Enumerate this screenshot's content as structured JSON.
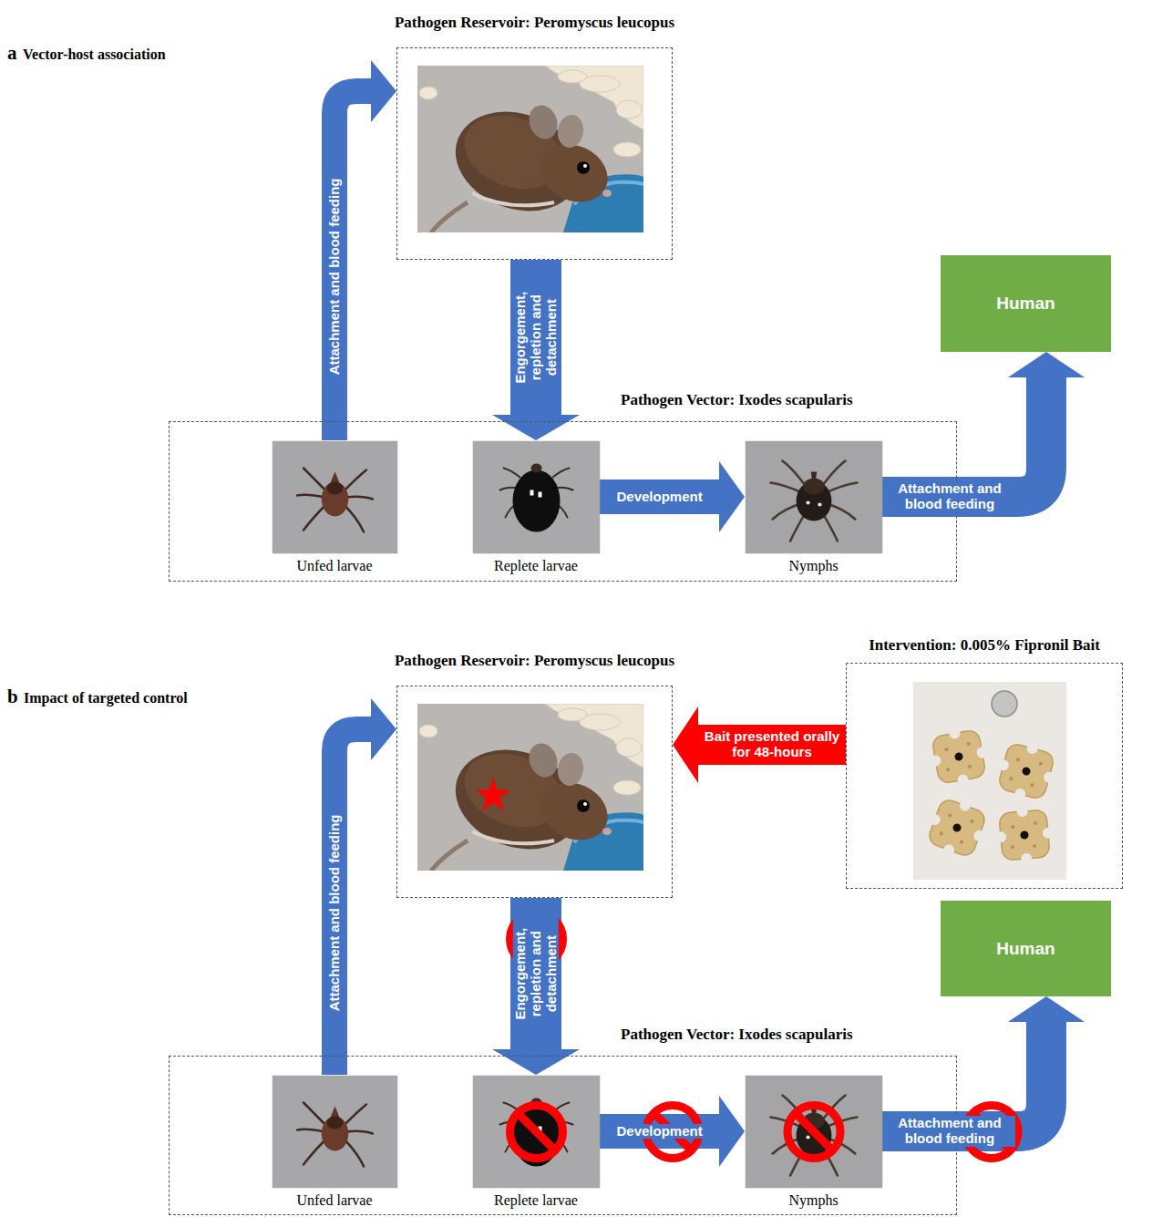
{
  "diagram": {
    "nodes": [
      {
        "text": [
          "Pathogen Reservoir: Peromyscus leucopus"
        ]
      },
      {
        "text": [
          "Pathogen Vector: Ixodes scapularis"
        ]
      },
      {
        "text": [
          "Unfed larvae"
        ],
        "in": 1
      },
      {
        "text": [
          "Replete larvae"
        ],
        "in": 1
      },
      {
        "text": [
          "Nymphs"
        ],
        "in": 1
      },
      {
        "text": [
          "Human"
        ]
      },
      {
        "text": [
          "Intervention: 0.005% Fipronil Bait"
        ]
      },
      {
        "text": [
          "Pathogen Reservoir: Peromyscus leucopus"
        ]
      },
      {
        "text": [
          "Pathogen Vector: Ixodes scapularis"
        ]
      },
      {
        "text": [
          "Unfed larvae"
        ],
        "in": 8
      },
      {
        "text": [
          "Replete larvae"
        ],
        "in": 8
      },
      {
        "text": [
          "Nymphs"
        ],
        "in": 8
      },
      {
        "text": [
          "Human"
        ]
      }
    ],
    "edges": [
      {
        "from": 2,
        "to": 0,
        "arrow": "to",
        "label": "Attachment and blood feeding"
      },
      {
        "from": 0,
        "to": 3,
        "arrow": "to",
        "label": "Engorgement, repletion and detachment"
      },
      {
        "from": 3,
        "to": 4,
        "arrow": "to",
        "label": "Development"
      },
      {
        "from": 4,
        "to": 5,
        "arrow": "to",
        "label": "Attachment and blood feeding"
      },
      {
        "from": 6,
        "to": 7,
        "arrow": "to",
        "label": "Bait presented orally for 48-hours"
      },
      {
        "from": 9,
        "to": 7,
        "arrow": "to",
        "label": "Attachment and blood feeding"
      },
      {
        "from": 7,
        "to": 10,
        "arrow": "to",
        "label": "Engorgement, repletion and detachment"
      },
      {
        "from": 10,
        "to": 11,
        "arrow": "to",
        "label": "Development"
      },
      {
        "from": 11,
        "to": 12,
        "arrow": "to",
        "label": "Attachment and blood feeding"
      }
    ],
    "labels": [
      "a",
      "Vector-host association",
      "b",
      "Impact of targeted control"
    ]
  }
}
